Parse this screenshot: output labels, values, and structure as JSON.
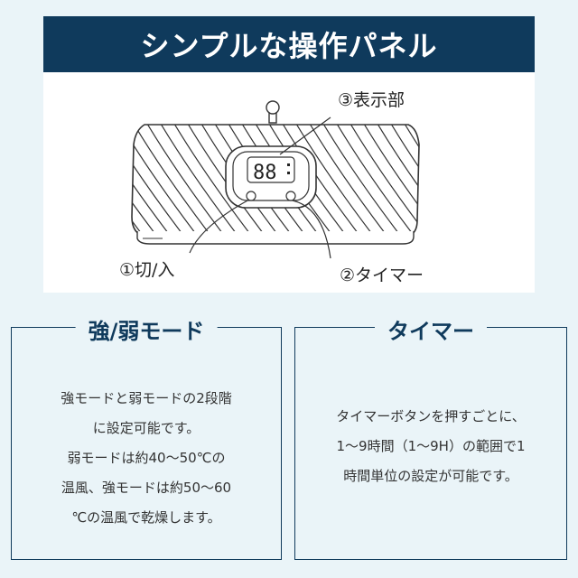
{
  "header": {
    "title": "シンプルな操作パネル"
  },
  "diagram": {
    "display_digits": "88",
    "callouts": {
      "display": "③表示部",
      "power": "①切/入",
      "timer": "②タイマー"
    }
  },
  "boxes": {
    "left": {
      "heading": "強/弱モード",
      "lines": [
        "強モードと弱モードの2段階",
        "に設定可能です。",
        "弱モードは約40～50℃の",
        "温風、強モードは約50～60",
        "℃の温風で乾燥します。"
      ]
    },
    "right": {
      "heading": "タイマー",
      "lines": [
        "タイマーボタンを押すごとに、",
        "1～9時間（1～9H）の範囲で1",
        "時間単位の設定が可能です。"
      ]
    }
  },
  "colors": {
    "navy": "#0f3a5c",
    "background": "#eaf4f8",
    "panel": "#ffffff"
  }
}
